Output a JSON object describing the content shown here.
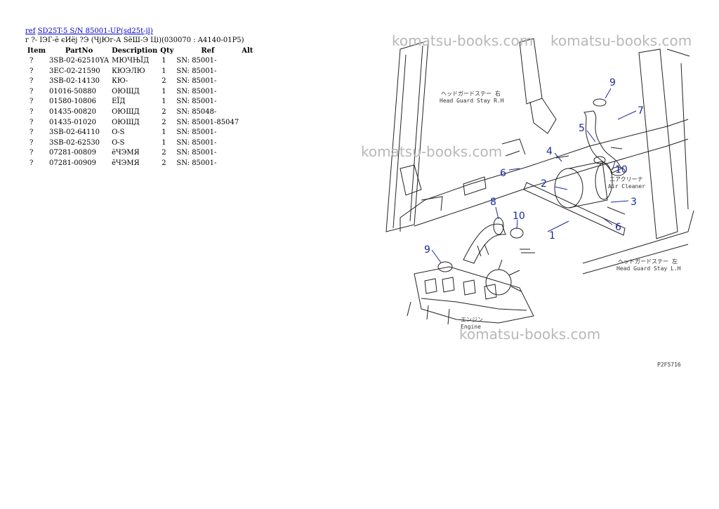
{
  "nav": {
    "ref_link": "ref",
    "model_link": "SD25T-5 S/N 85001-UP(sd25t-jl)"
  },
  "title": "г ?- ΙЭГ-ё єИёј ?Э (ЧјЮг-А ЅёШ-Э Ці)(030070 : A4140-01P5)",
  "table": {
    "headers": [
      "Item",
      "PartNo",
      "Description",
      "Qty",
      "Ref",
      "Alt"
    ],
    "rows": [
      {
        "item": "?",
        "part": "3SB-02-62510YA",
        "desc": "МЮЧЊЇД",
        "qty": "1",
        "ref": "SN: 85001-",
        "alt": ""
      },
      {
        "item": "?",
        "part": "3EC-02-21590",
        "desc": "КЮЭЛЮ",
        "qty": "1",
        "ref": "SN: 85001-",
        "alt": ""
      },
      {
        "item": "?",
        "part": "3SB-02-14130",
        "desc": "КЮ-",
        "qty": "2",
        "ref": "SN: 85001-",
        "alt": ""
      },
      {
        "item": "?",
        "part": "01016-50880",
        "desc": "ОЮЩД",
        "qty": "1",
        "ref": "SN: 85001-",
        "alt": ""
      },
      {
        "item": "?",
        "part": "01580-10806",
        "desc": "ЕЇД",
        "qty": "1",
        "ref": "SN: 85001-",
        "alt": ""
      },
      {
        "item": "?",
        "part": "01435-00820",
        "desc": "ОЮЩД",
        "qty": "2",
        "ref": "SN: 85048-",
        "alt": ""
      },
      {
        "item": "?",
        "part": "01435-01020",
        "desc": "ОЮЩД",
        "qty": "2",
        "ref": "SN: 85001-85047",
        "alt": ""
      },
      {
        "item": "?",
        "part": "3SB-02-64110",
        "desc": "О-S",
        "qty": "1",
        "ref": "SN: 85001-",
        "alt": ""
      },
      {
        "item": "?",
        "part": "3SB-02-62530",
        "desc": "О-S",
        "qty": "1",
        "ref": "SN: 85001-",
        "alt": ""
      },
      {
        "item": "?",
        "part": "07281-00809",
        "desc": "ёЧЭМЯ",
        "qty": "2",
        "ref": "SN: 85001-",
        "alt": ""
      },
      {
        "item": "?",
        "part": "07281-00909",
        "desc": "ёЧЭМЯ",
        "qty": "2",
        "ref": "SN: 85001-",
        "alt": ""
      }
    ]
  },
  "diagram": {
    "watermarks": [
      "komatsu-books.com",
      "komatsu-books.com",
      "komatsu-books.com",
      "komatsu-books.com"
    ],
    "callouts": [
      "1",
      "2",
      "3",
      "4",
      "5",
      "6",
      "6",
      "7",
      "8",
      "9",
      "9",
      "10",
      "10"
    ],
    "labels": {
      "stay_rh_jp": "ヘッドガードステー 右",
      "stay_rh": "Head Guard Stay R.H",
      "air_cleaner_jp": "エアクリーナ",
      "air_cleaner": "Air Cleaner",
      "stay_lh_jp": "ヘッドガードステー 左",
      "stay_lh": "Head Guard Stay L.H",
      "engine_jp": "エンジン",
      "engine": "Engine",
      "fig_code": "P2F5716"
    }
  }
}
